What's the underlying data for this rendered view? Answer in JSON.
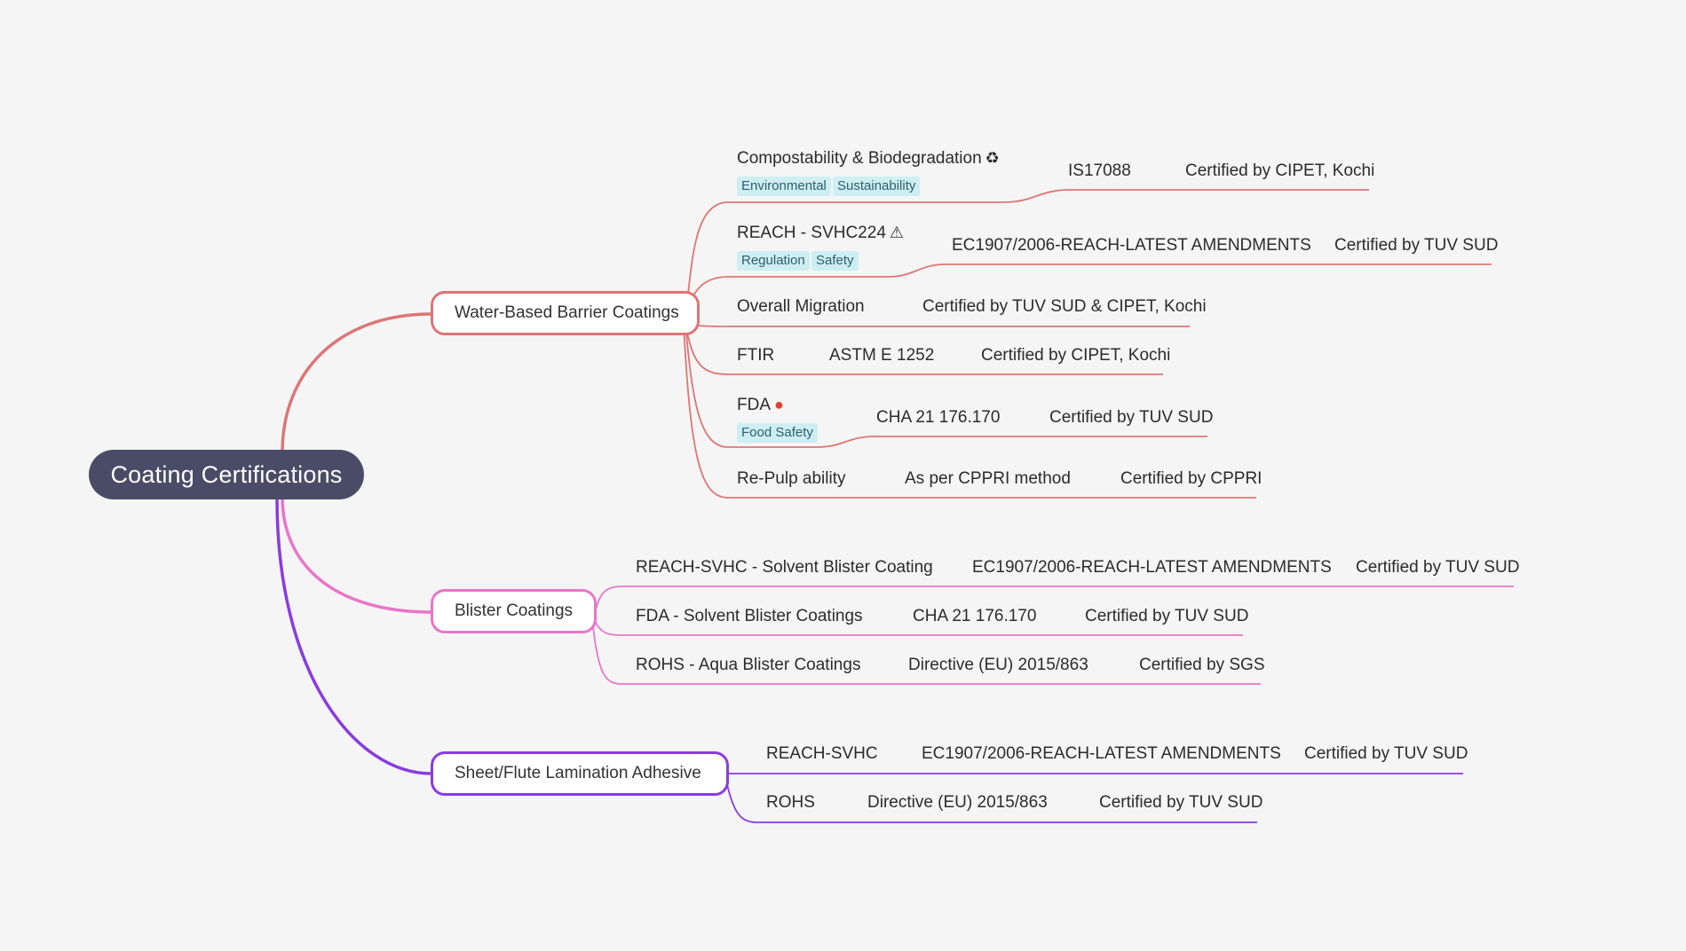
{
  "root": {
    "title": "Coating Certifications"
  },
  "colors": {
    "water_based": "#dd7676",
    "blister": "#e876c9",
    "lamination": "#8a3be0",
    "root_bg": "#4a4c67"
  },
  "branches": [
    {
      "label": "Water-Based Barrier Coatings",
      "items": [
        {
          "label": "Compostability & Biodegradation",
          "icon": "recycle-icon",
          "tags": [
            "Environmental",
            "Sustainability"
          ],
          "values": [
            "IS17088",
            "Certified by CIPET, Kochi"
          ]
        },
        {
          "label": "REACH - SVHC224",
          "icon": "warning-icon",
          "tags": [
            "Regulation",
            "Safety"
          ],
          "values": [
            "EC1907/2006-REACH-LATEST AMENDMENTS",
            "Certified by TUV SUD"
          ]
        },
        {
          "label": "Overall Migration",
          "values": [
            "Certified by TUV SUD & CIPET, Kochi"
          ]
        },
        {
          "label": "FTIR",
          "values": [
            "ASTM E 1252",
            "Certified by CIPET, Kochi"
          ]
        },
        {
          "label": "FDA",
          "icon": "apple-icon",
          "tags": [
            "Food Safety"
          ],
          "values": [
            "CHA 21 176.170",
            "Certified by TUV SUD"
          ]
        },
        {
          "label": "Re-Pulp ability",
          "values": [
            "As per CPPRI method",
            "Certified by CPPRI"
          ]
        }
      ]
    },
    {
      "label": "Blister Coatings",
      "items": [
        {
          "label": "REACH-SVHC - Solvent Blister Coating",
          "values": [
            "EC1907/2006-REACH-LATEST AMENDMENTS",
            "Certified by TUV SUD"
          ]
        },
        {
          "label": "FDA - Solvent Blister Coatings",
          "values": [
            "CHA 21 176.170",
            "Certified by TUV SUD"
          ]
        },
        {
          "label": "ROHS - Aqua Blister Coatings",
          "values": [
            "Directive (EU) 2015/863",
            "Certified by SGS"
          ]
        }
      ]
    },
    {
      "label": "Sheet/Flute Lamination Adhesive",
      "items": [
        {
          "label": "REACH-SVHC",
          "values": [
            "EC1907/2006-REACH-LATEST AMENDMENTS",
            "Certified by TUV SUD"
          ]
        },
        {
          "label": "ROHS",
          "values": [
            "Directive (EU) 2015/863",
            "Certified by TUV SUD"
          ]
        }
      ]
    }
  ]
}
